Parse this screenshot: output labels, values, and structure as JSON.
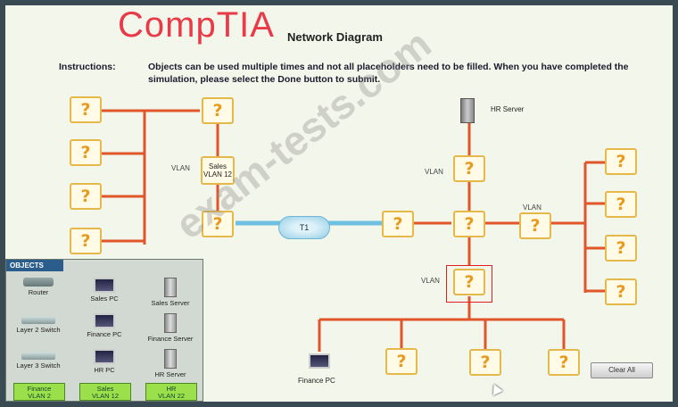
{
  "logo": "CompTIA",
  "title": "Network Diagram",
  "instructions": {
    "label": "Instructions:",
    "text": "Objects can be used multiple times and not all placeholders need to be filled. When you have completed the simulation, please select the Done button to submit."
  },
  "watermark": "exam-tests.com",
  "placeholder_glyph": "?",
  "vlan_label": "VLAN",
  "sales_vlan_box": {
    "line1": "Sales",
    "line2": "VLAN 12"
  },
  "t1_label": "T1",
  "hr_server_label": "HR Server",
  "finance_pc_label": "Finance PC",
  "clear_all_label": "Clear All",
  "objects_panel": {
    "header": "OBJECTS",
    "items": [
      {
        "name": "Router",
        "icon": "router-icon"
      },
      {
        "name": "Sales PC",
        "icon": "pc-icon"
      },
      {
        "name": "Sales Server",
        "icon": "server-icon"
      },
      {
        "name": "Layer 2 Switch",
        "icon": "switch-icon"
      },
      {
        "name": "Finance PC",
        "icon": "pc-icon"
      },
      {
        "name": "Finance Server",
        "icon": "server-icon"
      },
      {
        "name": "Layer 3 Switch",
        "icon": "switch-icon"
      },
      {
        "name": "HR PC",
        "icon": "pc-icon"
      },
      {
        "name": "HR Server",
        "icon": "server-icon"
      }
    ],
    "vlan_buttons": [
      {
        "line1": "Finance",
        "line2": "VLAN 2"
      },
      {
        "line1": "Sales",
        "line2": "VLAN 12"
      },
      {
        "line1": "HR",
        "line2": "VLAN 22"
      }
    ]
  },
  "colors": {
    "wire": "#e0552a",
    "t1_link": "#6fc0e0",
    "placeholder_border": "#e6b84a",
    "placeholder_glyph": "#e89a1e",
    "vlan_button": "#9be04a",
    "selection": "#e02020",
    "logo": "#e83a48"
  }
}
